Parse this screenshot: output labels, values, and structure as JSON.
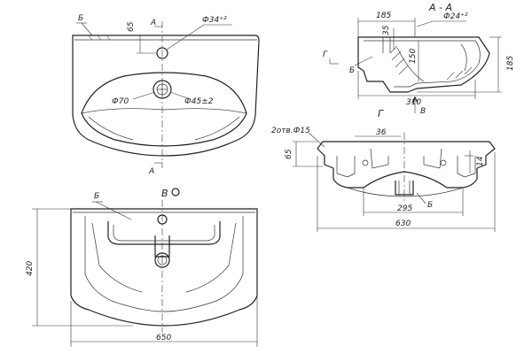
{
  "plan": {
    "label_b": "Б",
    "dim_65": "65",
    "section_a": "A",
    "section_a_bottom": "A",
    "dia_34": "Ф34⁺²",
    "dia_70": "Ф70",
    "dia_45": "Ф45±2"
  },
  "section_aa": {
    "title": "A - A",
    "dim_185_top": "185",
    "dim_35": "35",
    "dia_24": "Ф24⁺²",
    "label_g": "Г",
    "label_b": "Б",
    "dim_150": "150",
    "dim_185_right": "185",
    "dim_310": "310",
    "view_b": "В"
  },
  "side_view": {
    "title": "Г",
    "holes_note": "2отв.Ф15",
    "dim_36": "36",
    "dim_65": "65",
    "dim_14": "14",
    "dim_295": "295",
    "label_b": "Б",
    "dim_630": "630"
  },
  "bottom_view": {
    "title": "В",
    "label_b": "Б",
    "dim_420": "420",
    "dim_650": "650"
  }
}
